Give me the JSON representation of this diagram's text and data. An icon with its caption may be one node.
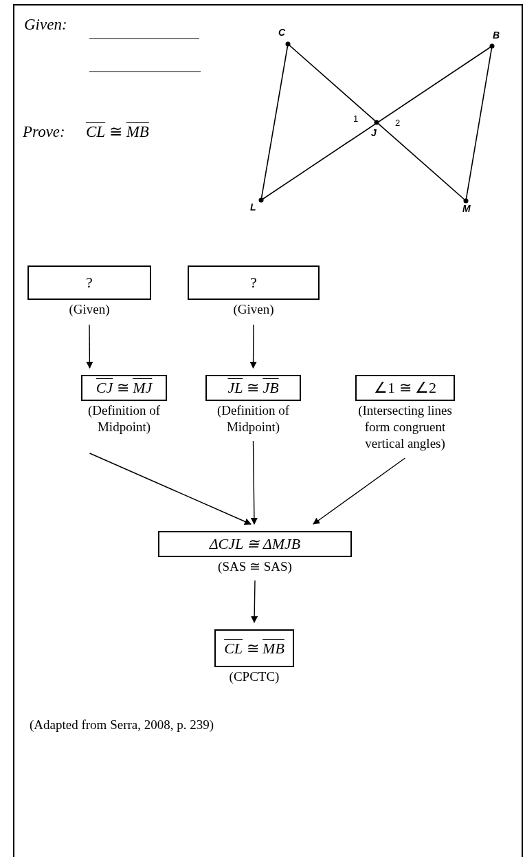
{
  "diagram": {
    "nodes": [
      {
        "text": [
          "?"
        ],
        "beside": [
          "(Given)"
        ]
      },
      {
        "text": [
          "?"
        ],
        "beside": [
          "(Given)"
        ]
      },
      {
        "text": [
          "*CJ* ≅ *MJ*"
        ],
        "beside": [
          "(Definition of Midpoint)"
        ]
      },
      {
        "text": [
          "*JL* ≅ *JB*"
        ],
        "beside": [
          "(Definition of Midpoint)"
        ]
      },
      {
        "text": [
          "∠1 ≅ ∠2"
        ],
        "beside": [
          "(Intersecting lines form congruent vertical angles)"
        ]
      },
      {
        "text": [
          "ΔCJL ≅ ΔMJB"
        ],
        "beside": [
          "(SAS ≅ SAS)"
        ]
      },
      {
        "text": [
          "*CL* ≅ *MB*"
        ],
        "beside": [
          "(CPCTC)"
        ]
      }
    ],
    "edges": [
      {
        "from": 0,
        "to": 2,
        "arrow": "to"
      },
      {
        "from": 1,
        "to": 3,
        "arrow": "to"
      },
      {
        "from": 2,
        "to": 5,
        "arrow": "to"
      },
      {
        "from": 3,
        "to": 5,
        "arrow": "to"
      },
      {
        "from": 4,
        "to": 5,
        "arrow": "to"
      },
      {
        "from": 5,
        "to": 6,
        "arrow": "to"
      }
    ],
    "labels": [
      "Given:",
      "Prove:",
      "*CL* ≅ *MB*",
      "C",
      "B",
      "1",
      "J",
      "2",
      "L",
      "M"
    ],
    "caption": "(Adapted from Serra, 2008, p. 239)"
  }
}
